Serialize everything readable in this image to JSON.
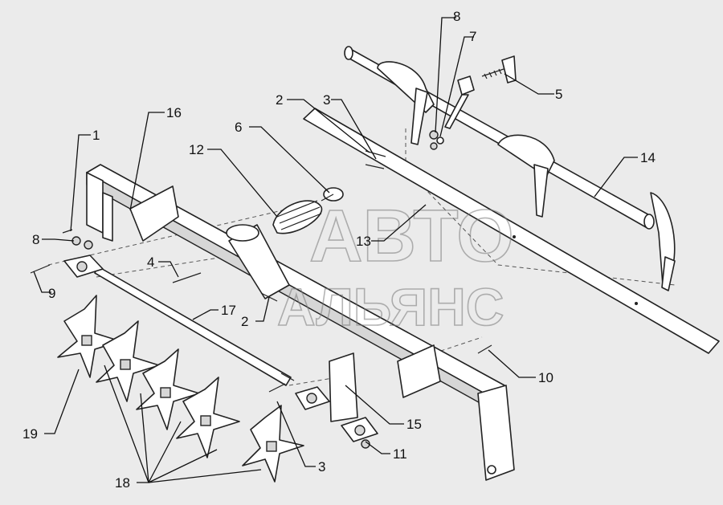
{
  "watermark": {
    "line1": "АВТО",
    "line2": "АЛЬЯНС"
  },
  "labels": [
    "1",
    "16",
    "12",
    "6",
    "2",
    "3",
    "8",
    "7",
    "5",
    "14",
    "8",
    "4",
    "9",
    "13",
    "2",
    "17",
    "10",
    "15",
    "11",
    "19",
    "18",
    "3"
  ]
}
